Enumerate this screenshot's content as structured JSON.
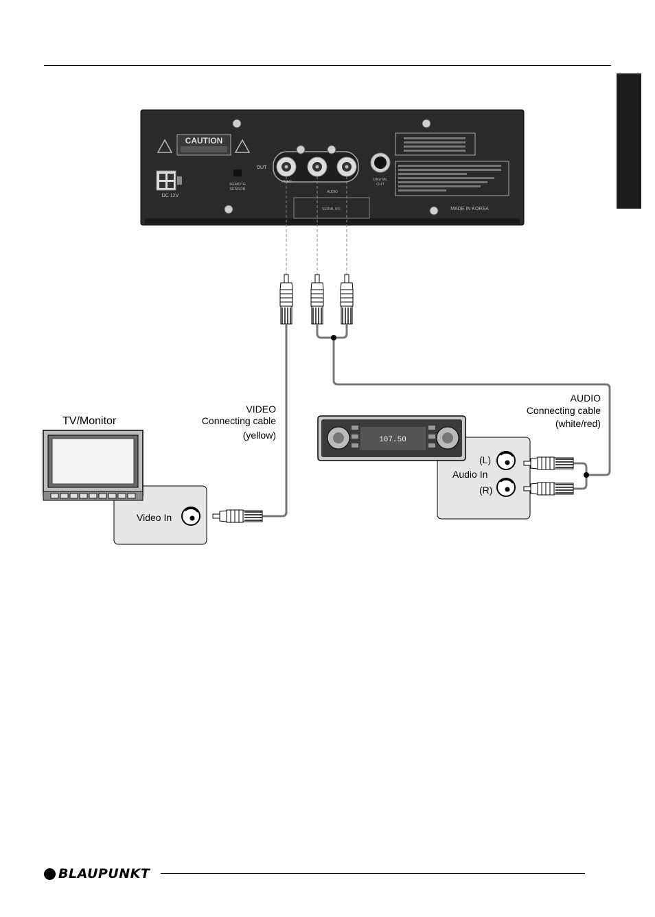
{
  "device_panel": {
    "caution": "CAUTION",
    "dc_label": "DC 12V",
    "remote_label_1": "REMOTE",
    "remote_label_2": "SENSOR",
    "out_label": "OUT",
    "video_label": "VIDEO",
    "audio_label": "AUDIO",
    "digital_label_1": "DIGITAL",
    "digital_label_2": "OUT",
    "serial_label": "SERIAL NO.",
    "made_in": "MADE IN KOREA"
  },
  "labels": {
    "tv_monitor": "TV/Monitor",
    "video_cable_line1": "VIDEO",
    "video_cable_line2": "Connecting cable",
    "video_cable_line3": "(yellow)",
    "audio_cable_line1": "AUDIO",
    "audio_cable_line2": "Connecting cable",
    "audio_cable_line3": "(white/red)",
    "video_in": "Video In",
    "audio_in": "Audio In",
    "left": "(L)",
    "right": "(R)"
  },
  "radio": {
    "display": "107.50"
  },
  "footer": {
    "brand": "BLAUPUNKT"
  }
}
